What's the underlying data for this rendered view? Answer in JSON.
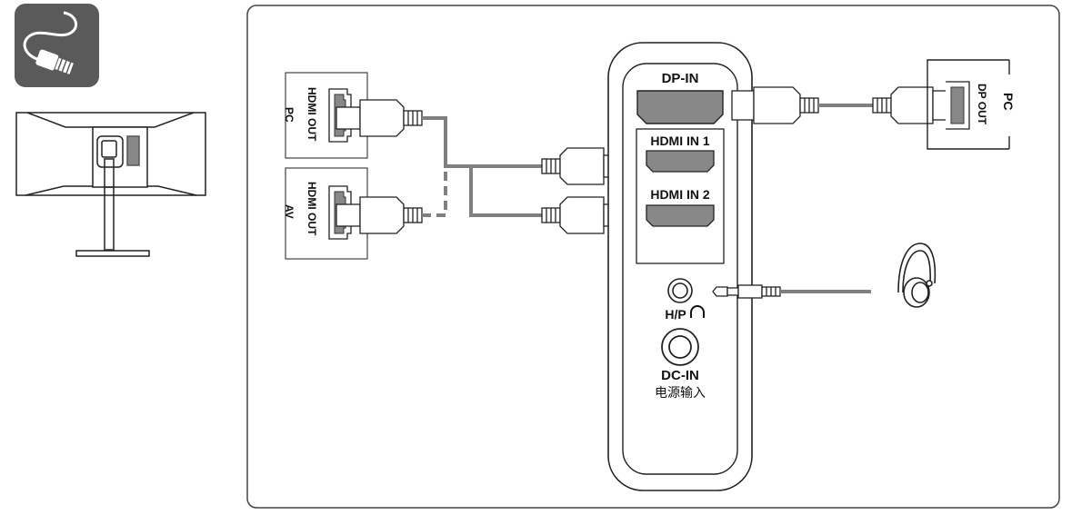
{
  "icons": {
    "cable_icon": "cable-icon",
    "monitor_icon": "monitor-rear-icon",
    "headphones_icon": "headphones-icon"
  },
  "colors": {
    "icon_tile": "#5a5a5a",
    "cable_gray": "#808080",
    "line_dark": "#222222"
  },
  "sources": {
    "pc_left": {
      "name": "PC",
      "port": "HDMI OUT"
    },
    "av_left": {
      "name": "AV",
      "port": "HDMI OUT"
    },
    "pc_right": {
      "name": "PC",
      "port": "DP OUT"
    }
  },
  "monitor_ports": {
    "dp_in": "DP-IN",
    "hdmi_in_1": "HDMI IN 1",
    "hdmi_in_2": "HDMI IN 2",
    "headphone": "H/P",
    "dc_in": "DC-IN",
    "dc_in_cn": "电源输入"
  }
}
